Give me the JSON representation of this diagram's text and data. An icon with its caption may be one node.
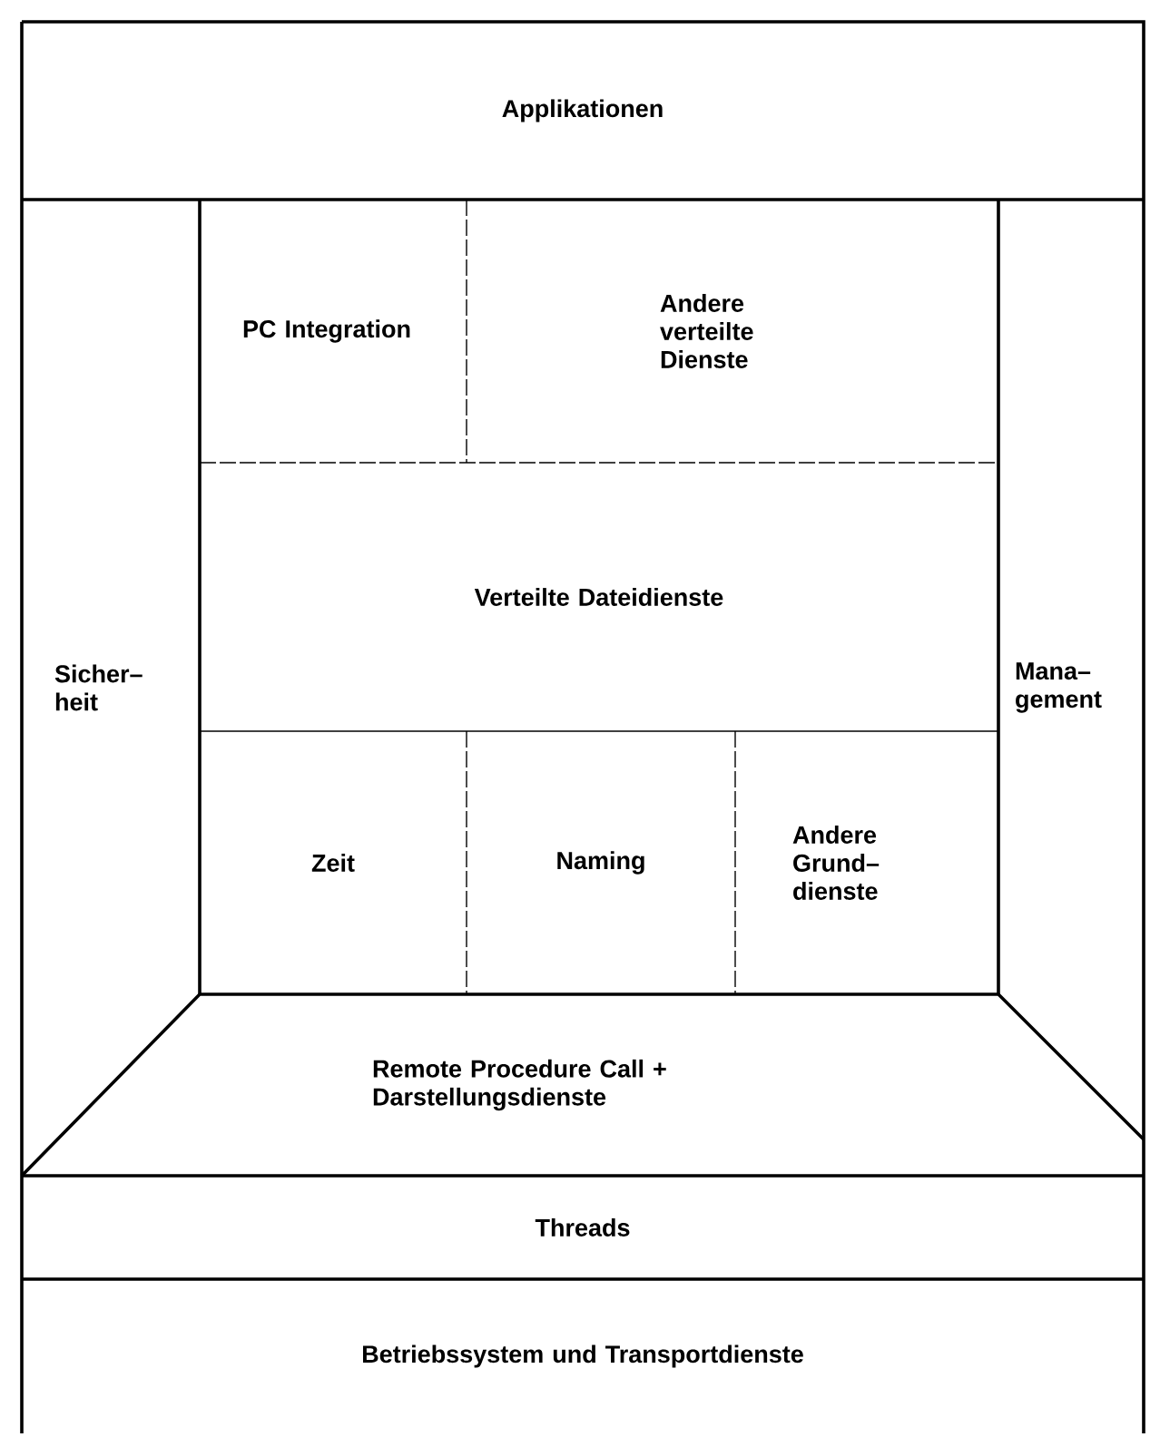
{
  "diagram": {
    "nodes": [
      {
        "text": [
          "Applikationen"
        ]
      },
      {
        "text": [
          "Sicher– heit"
        ]
      },
      {
        "text": [
          "PC Integration"
        ]
      },
      {
        "text": [
          "Andere verteilte Dienste"
        ]
      },
      {
        "text": [
          "Verteilte Dateidienste"
        ]
      },
      {
        "text": [
          "Mana– gement"
        ]
      },
      {
        "text": [
          "Zeit"
        ]
      },
      {
        "text": [
          "Naming"
        ]
      },
      {
        "text": [
          "Andere Grund– dienste"
        ]
      },
      {
        "text": [
          "Remote Procedure Call + Darstellungsdienste"
        ]
      },
      {
        "text": [
          "Threads"
        ]
      },
      {
        "text": [
          "Betriebssystem und Transportdienste"
        ]
      }
    ]
  }
}
